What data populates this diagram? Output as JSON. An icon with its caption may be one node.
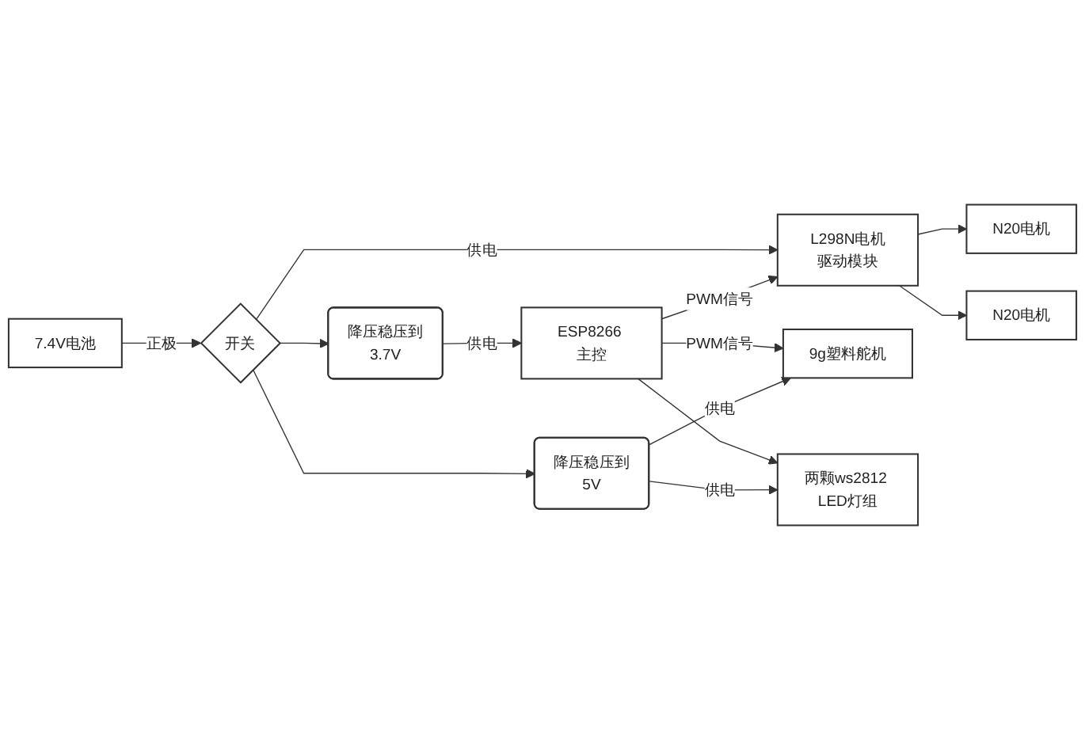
{
  "diagram": {
    "nodes": [
      {
        "text": [
          "7.4V电池"
        ]
      },
      {
        "text": [
          "开关"
        ]
      },
      {
        "text": [
          "降压稳压到3.7V"
        ]
      },
      {
        "text": [
          "L298N电机驱动模块"
        ]
      },
      {
        "text": [
          "N20电机"
        ]
      },
      {
        "text": [
          "N20电机"
        ]
      },
      {
        "text": [
          "ESP8266 主控"
        ]
      },
      {
        "text": [
          "9g塑料舵机"
        ]
      },
      {
        "text": [
          "两颗ws2812 LED灯组"
        ]
      },
      {
        "text": [
          "降压稳压到5V"
        ]
      }
    ],
    "edges": [
      {
        "from": 0,
        "to": 1,
        "arrow": "to",
        "label": "正极"
      },
      {
        "from": 1,
        "to": 3,
        "arrow": "to",
        "label": "供电"
      },
      {
        "from": 1,
        "to": 2,
        "arrow": "to"
      },
      {
        "from": 1,
        "to": 9,
        "arrow": "to"
      },
      {
        "from": 2,
        "to": 6,
        "arrow": "to",
        "label": "供电"
      },
      {
        "from": 6,
        "to": 3,
        "arrow": "to",
        "label": "PWM信号"
      },
      {
        "from": 3,
        "to": 4,
        "arrow": "to"
      },
      {
        "from": 3,
        "to": 5,
        "arrow": "to"
      },
      {
        "from": 6,
        "to": 7,
        "arrow": "to",
        "label": "PWM信号"
      },
      {
        "from": 6,
        "to": 8,
        "arrow": "to"
      },
      {
        "from": 9,
        "to": 7,
        "arrow": "to",
        "label": "供电"
      },
      {
        "from": 9,
        "to": 8,
        "arrow": "to",
        "label": "供电"
      }
    ]
  }
}
